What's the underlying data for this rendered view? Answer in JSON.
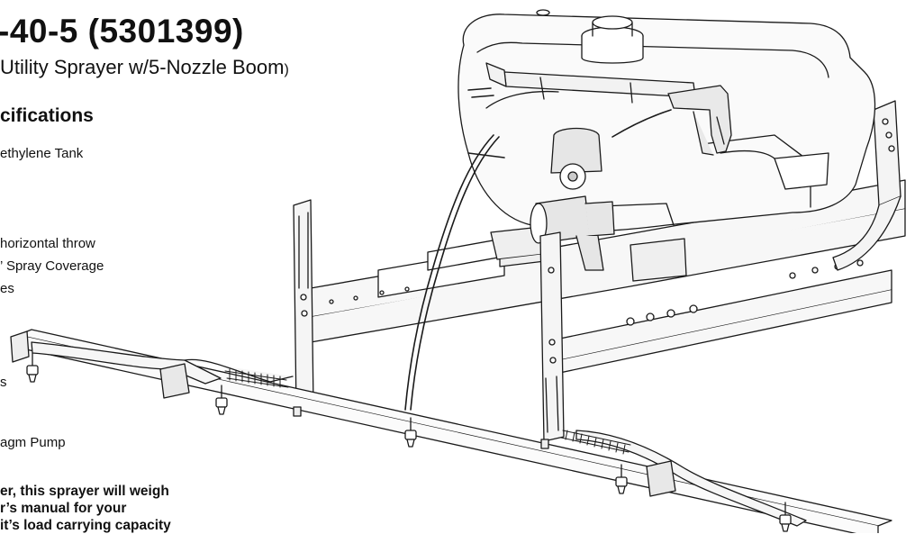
{
  "header": {
    "title": "-40-5 (5301399)",
    "subtitle_main": "Utility Sprayer w/5-Nozzle Boom",
    "subtitle_paren": ")"
  },
  "specs": {
    "heading": "cifications",
    "lines": [
      "ethylene Tank",
      "horizontal throw",
      "’ Spray Coverage",
      "es",
      "s",
      "agm Pump"
    ]
  },
  "warning": {
    "lines": [
      "er, this sprayer will  weigh",
      "r’s manual for your",
      "it’s load carrying capacity"
    ]
  }
}
